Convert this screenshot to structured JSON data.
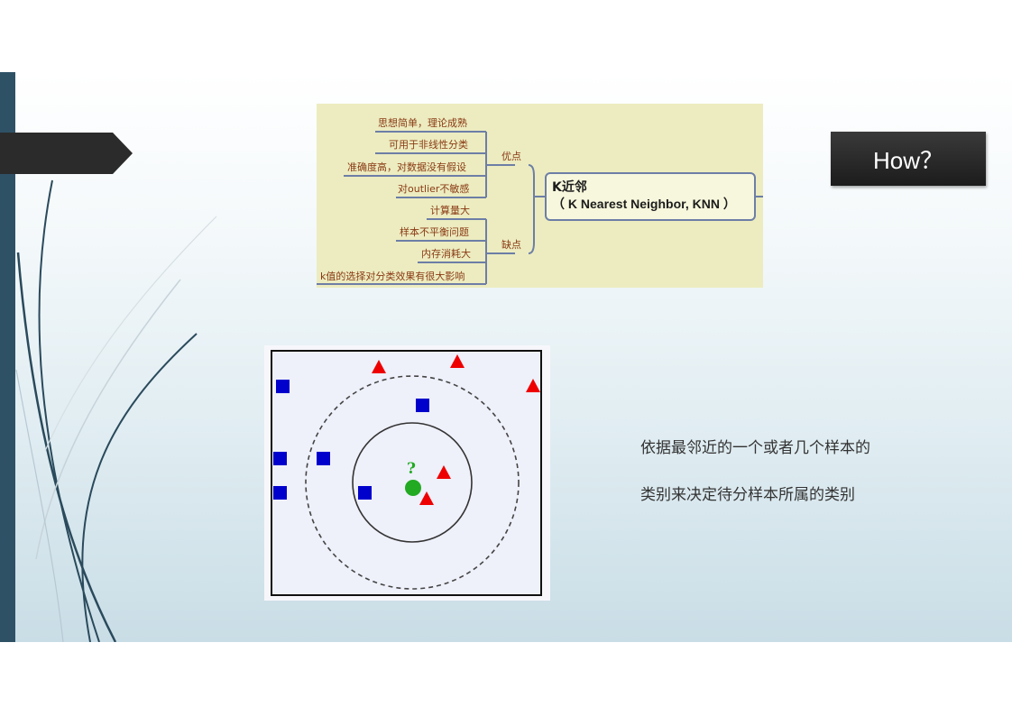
{
  "how_label": "How？",
  "mindmap": {
    "center_title": "K近邻",
    "center_subtitle": "（ K Nearest Neighbor, KNN ）",
    "pros_label": "优点",
    "cons_label": "缺点",
    "pros": [
      "思想简单，理论成熟",
      "可用于非线性分类",
      "准确度高，对数据没有假设",
      "对outlier不敏感"
    ],
    "cons": [
      "计算量大",
      "样本不平衡问题",
      "内存消耗大",
      "k值的选择对分类效果有很大影响"
    ]
  },
  "knn_figure": {
    "query_label": "?",
    "colors": {
      "square": "#0000cc",
      "triangle": "#ee0000",
      "query": "#22aa22"
    }
  },
  "description": {
    "line1": "依据最邻近的一个或者几个样本的",
    "line2": "类别来决定待分样本所属的类别"
  },
  "colors": {
    "left_bar": "#2f5166",
    "mindmap_bg": "#ececc0",
    "tab": "#2b2b2b"
  }
}
